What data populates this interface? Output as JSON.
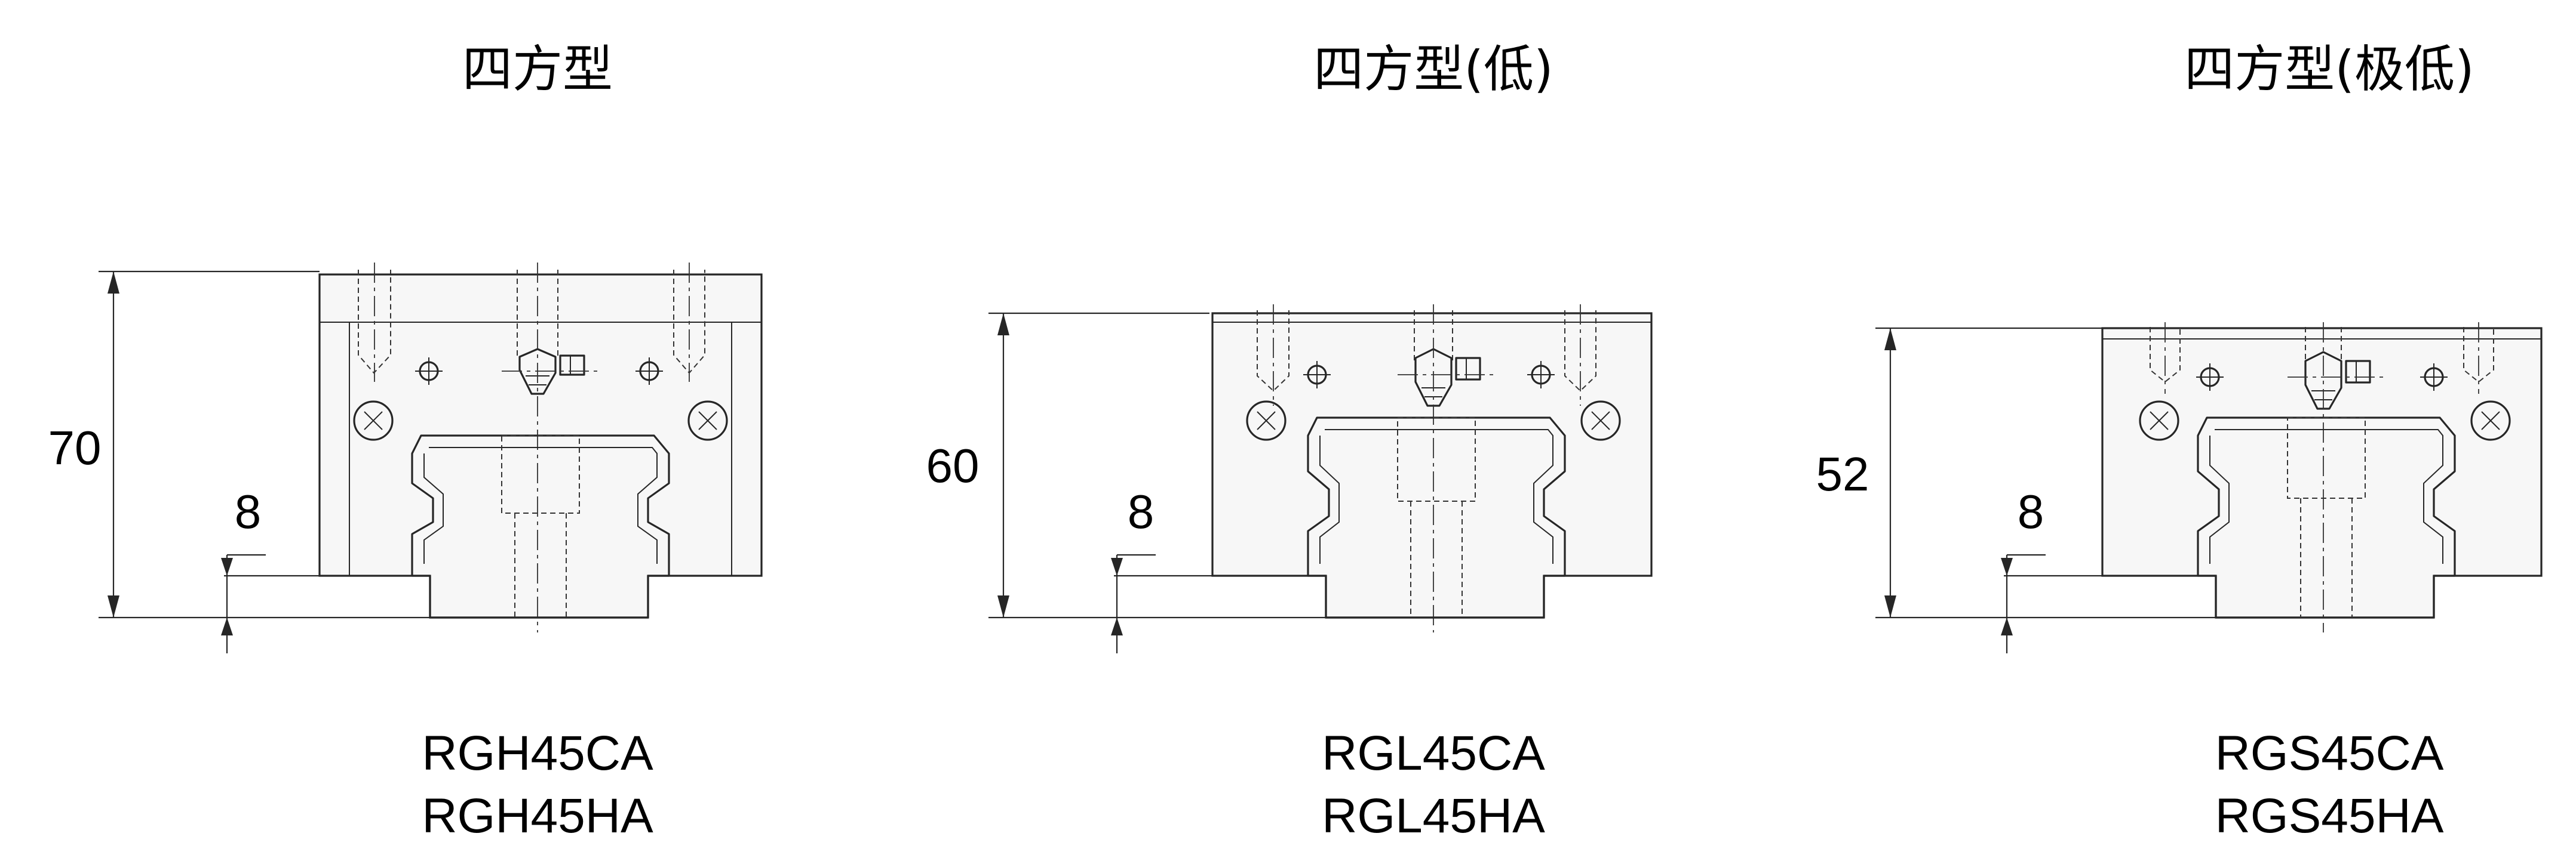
{
  "drawings": [
    {
      "title": "四方型",
      "height_dim": "70",
      "offset_dim": "8",
      "models": [
        "RGH45CA",
        "RGH45HA"
      ]
    },
    {
      "title": "四方型(低)",
      "height_dim": "60",
      "offset_dim": "8",
      "models": [
        "RGL45CA",
        "RGL45HA"
      ]
    },
    {
      "title": "四方型(极低)",
      "height_dim": "52",
      "offset_dim": "8",
      "models": [
        "RGS45CA",
        "RGS45HA"
      ]
    }
  ]
}
